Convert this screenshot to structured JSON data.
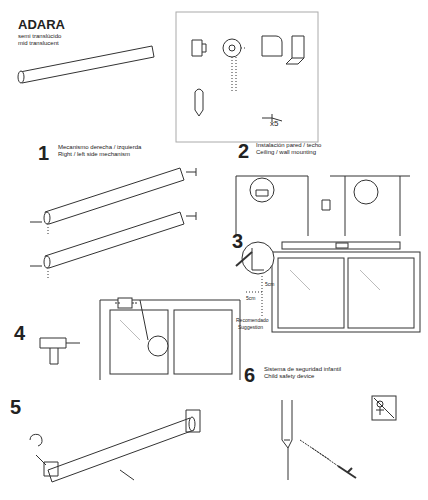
{
  "diagram": {
    "title": "ADARA",
    "labels": [
      "semi translúcido",
      "mid translucent",
      "x5",
      "1",
      "Mecanismo derecha / izquierda",
      "Right / left side mechanism",
      "2",
      "Instalación pared / techo",
      "Ceiling / wall mounting",
      "3",
      "5cm",
      "5cm",
      "Recomendado",
      "Suggestion",
      "4",
      "5",
      "6",
      "Sistema de seguridad infantil",
      "Child safety device"
    ]
  }
}
